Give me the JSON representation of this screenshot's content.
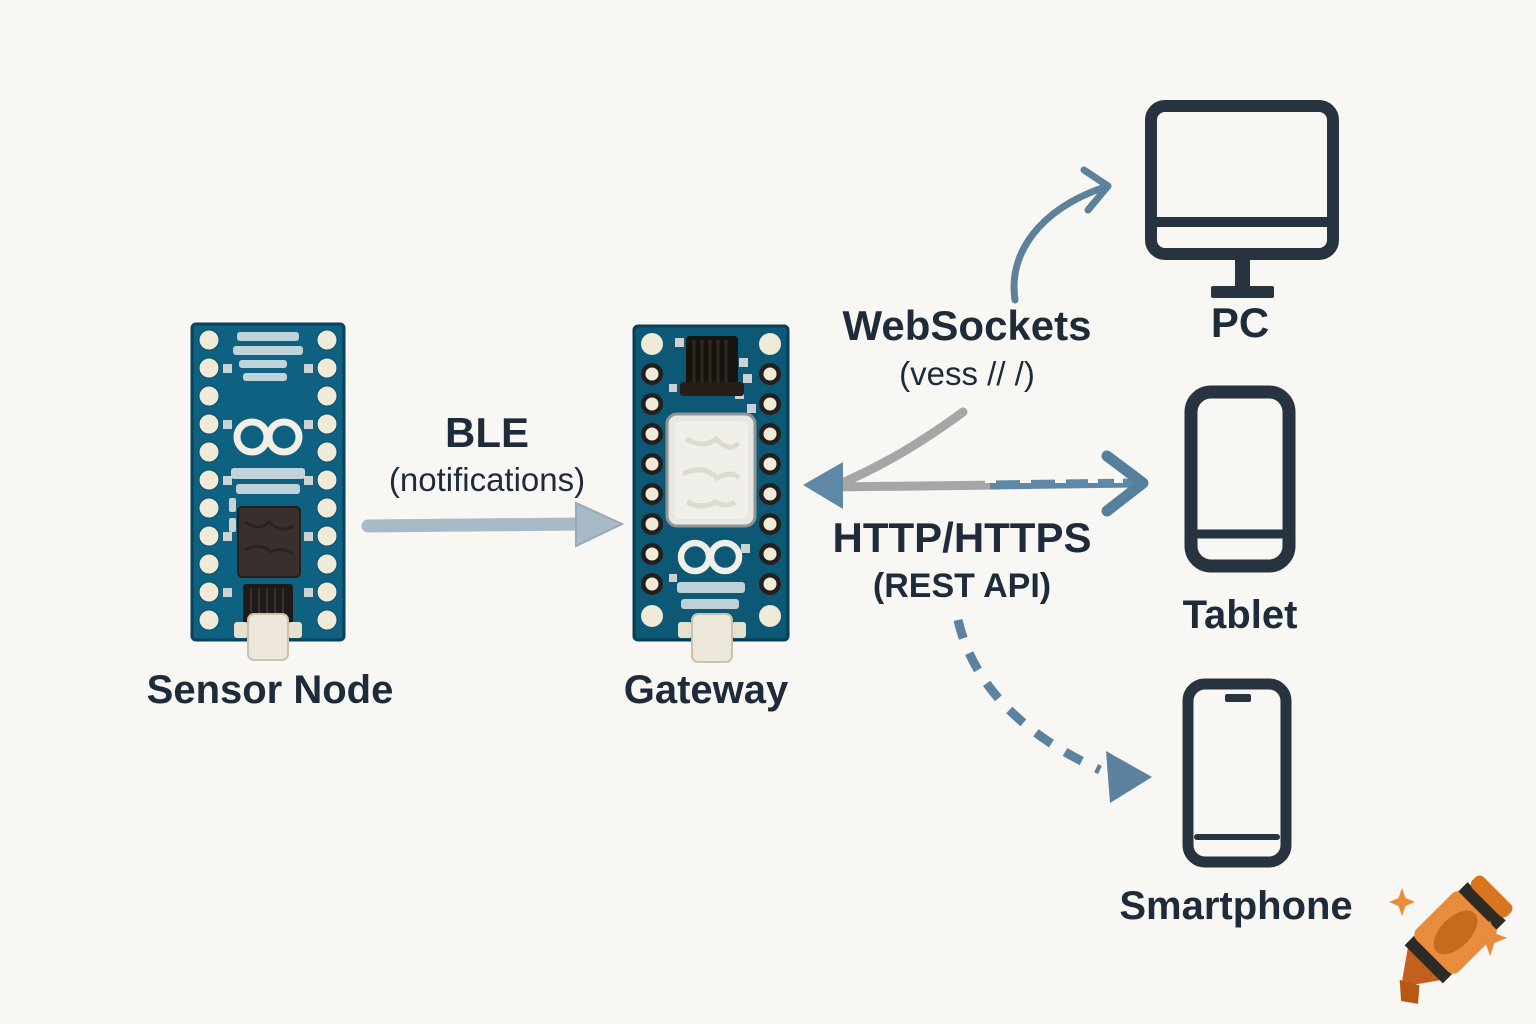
{
  "canvas": {
    "background": "#f9f7f3",
    "text_color": "#1d2b3b"
  },
  "nodes": {
    "sensor_node": {
      "label": "Sensor Node"
    },
    "gateway": {
      "label": "Gateway"
    },
    "pc": {
      "label": "PC"
    },
    "tablet": {
      "label": "Tablet"
    },
    "smartphone": {
      "label": "Smartphone"
    }
  },
  "connections": {
    "ble": {
      "title": "BLE",
      "subtitle": "(notifications)"
    },
    "websockets": {
      "title": "WebSockets",
      "subtitle": "(vess // /)"
    },
    "http": {
      "title": "HTTP/HTTPS",
      "subtitle": "(REST API)"
    }
  },
  "colors": {
    "board_teal": "#0e6180",
    "device_outline": "#27333f",
    "arrow_steel_blue": "#5e88a6",
    "arrow_light_blue": "#a9bac7",
    "arrow_gray": "#a6a6a6",
    "crayon_orange": "#e98b3c"
  }
}
